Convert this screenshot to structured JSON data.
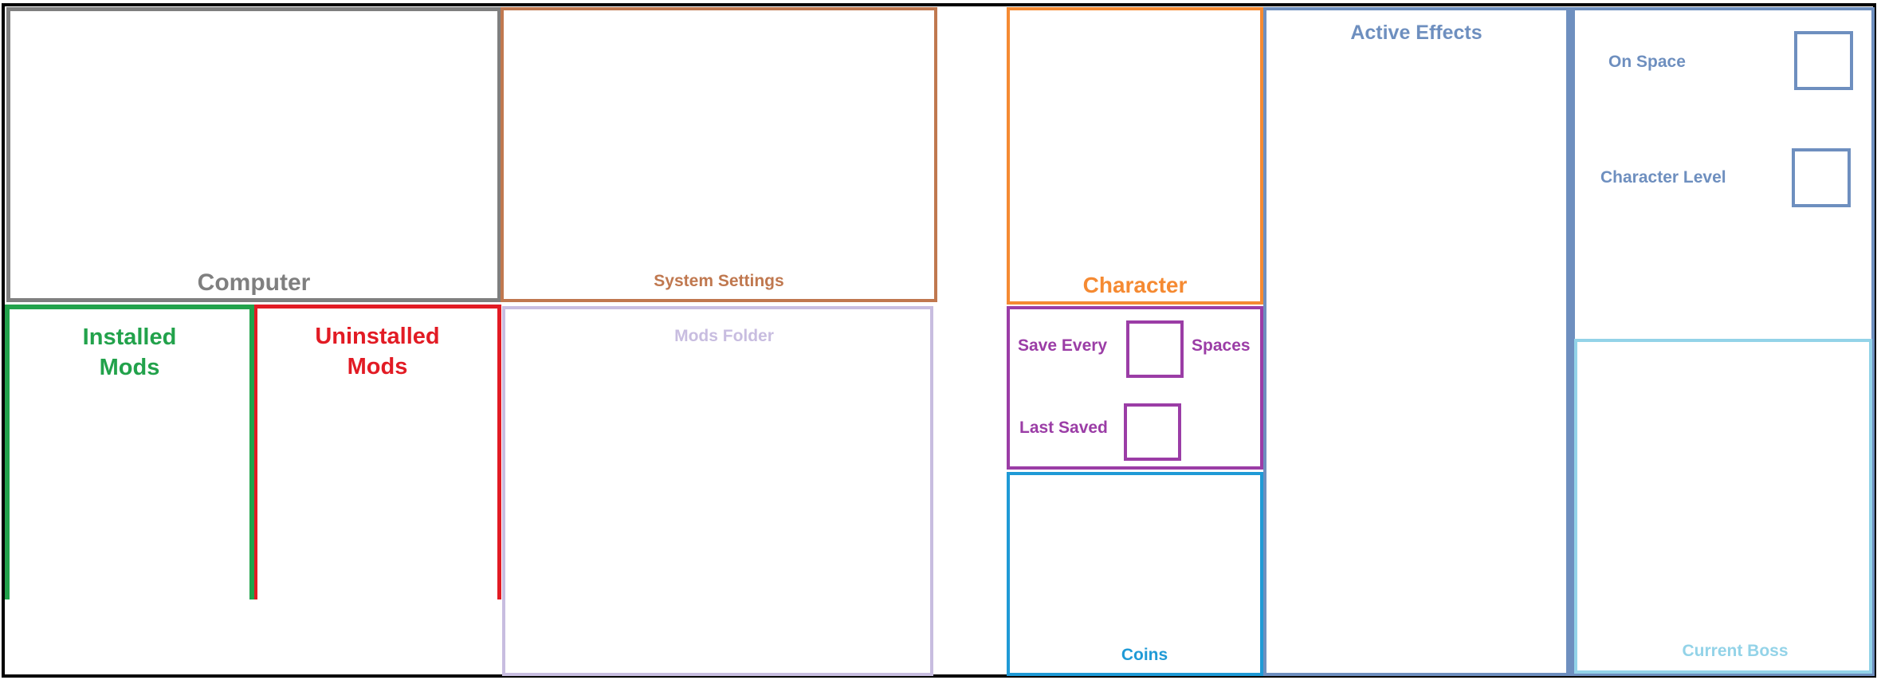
{
  "panels": {
    "computer": {
      "label": "Computer"
    },
    "system_settings": {
      "label": "System Settings"
    },
    "installed_mods": {
      "label": "Installed Mods"
    },
    "uninstalled_mods": {
      "label": "Uninstalled Mods"
    },
    "mods_folder": {
      "label": "Mods Folder"
    },
    "character": {
      "label": "Character"
    },
    "save": {
      "save_every_label": "Save Every",
      "spaces_label": "Spaces",
      "last_saved_label": "Last Saved"
    },
    "coins": {
      "label": "Coins"
    },
    "active_effects": {
      "label": "Active Effects"
    },
    "stats": {
      "on_space_label": "On Space",
      "character_level_label": "Character Level"
    },
    "current_boss": {
      "label": "Current Boss"
    }
  },
  "colors": {
    "computer": "#7f7f7f",
    "system_settings": "#c0784f",
    "installed_mods": "#22a24b",
    "uninstalled_mods": "#e21b24",
    "mods_folder": "#c8bde0",
    "character": "#f58a32",
    "save": "#9b3da6",
    "coins": "#1f9ad6",
    "active_effects": "#6e8fbf",
    "current_boss": "#93d3e8"
  }
}
